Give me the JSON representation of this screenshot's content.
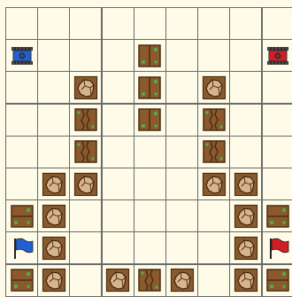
{
  "board": {
    "columns": 9,
    "rows": 9,
    "colors": {
      "background": "#fdfbe8",
      "grid_line": "#6a6a6a",
      "wood": "#8a5a2e",
      "wood_dark": "#4a2e12",
      "rock": "#d9b48a",
      "rock_outline": "#3a2412",
      "moss": "#4fb34a",
      "blue": "#2060d0",
      "red": "#d01e24",
      "tank_body": "#2e2e2e"
    },
    "pieces": [
      {
        "row": 1,
        "col": 0,
        "kind": "blue-tank"
      },
      {
        "row": 1,
        "col": 4,
        "kind": "wood-block"
      },
      {
        "row": 1,
        "col": 8,
        "kind": "red-tank"
      },
      {
        "row": 2,
        "col": 2,
        "kind": "rock"
      },
      {
        "row": 2,
        "col": 4,
        "kind": "wood-block"
      },
      {
        "row": 2,
        "col": 6,
        "kind": "rock"
      },
      {
        "row": 3,
        "col": 2,
        "kind": "cracked-wood"
      },
      {
        "row": 3,
        "col": 4,
        "kind": "wood-block"
      },
      {
        "row": 3,
        "col": 6,
        "kind": "cracked-wood"
      },
      {
        "row": 4,
        "col": 2,
        "kind": "cracked-wood"
      },
      {
        "row": 4,
        "col": 6,
        "kind": "cracked-wood"
      },
      {
        "row": 5,
        "col": 1,
        "kind": "rock"
      },
      {
        "row": 5,
        "col": 2,
        "kind": "rock"
      },
      {
        "row": 5,
        "col": 6,
        "kind": "rock"
      },
      {
        "row": 5,
        "col": 7,
        "kind": "rock"
      },
      {
        "row": 6,
        "col": 0,
        "kind": "wood-block-horizontal"
      },
      {
        "row": 6,
        "col": 1,
        "kind": "rock"
      },
      {
        "row": 6,
        "col": 7,
        "kind": "rock"
      },
      {
        "row": 6,
        "col": 8,
        "kind": "wood-block-horizontal"
      },
      {
        "row": 7,
        "col": 0,
        "kind": "blue-flag"
      },
      {
        "row": 7,
        "col": 1,
        "kind": "rock"
      },
      {
        "row": 7,
        "col": 7,
        "kind": "rock"
      },
      {
        "row": 7,
        "col": 8,
        "kind": "red-flag"
      },
      {
        "row": 8,
        "col": 0,
        "kind": "wood-block-horizontal"
      },
      {
        "row": 8,
        "col": 1,
        "kind": "rock"
      },
      {
        "row": 8,
        "col": 3,
        "kind": "rock"
      },
      {
        "row": 8,
        "col": 4,
        "kind": "cracked-wood"
      },
      {
        "row": 8,
        "col": 5,
        "kind": "rock"
      },
      {
        "row": 8,
        "col": 7,
        "kind": "rock"
      },
      {
        "row": 8,
        "col": 8,
        "kind": "wood-block-horizontal"
      }
    ]
  }
}
